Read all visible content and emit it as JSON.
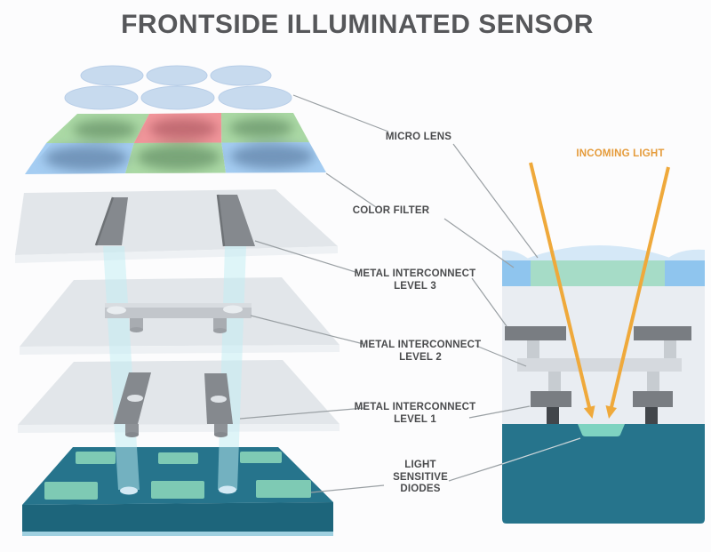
{
  "title": "FRONTSIDE ILLUMINATED SENSOR",
  "labels": {
    "micro_lens": "MICRO LENS",
    "color_filter": "COLOR FILTER",
    "metal_interconnect_3": "METAL INTERCONNECT\nLEVEL 3",
    "metal_interconnect_2": "METAL INTERCONNECT\nLEVEL 2",
    "metal_interconnect_1": "METAL INTERCONNECT\nLEVEL 1",
    "light_sensitive_diodes": "LIGHT\nSENSITIVE\nDIODES",
    "incoming_light": "INCOMING LIGHT"
  },
  "diagram": {
    "type": "exploded-view-and-cross-section",
    "exploded_layers": [
      {
        "id": "micro-lens",
        "label": "MICRO LENS"
      },
      {
        "id": "color-filter",
        "label": "COLOR FILTER"
      },
      {
        "id": "metal-interconnect-level-3",
        "label": "METAL INTERCONNECT LEVEL 3"
      },
      {
        "id": "metal-interconnect-level-2",
        "label": "METAL INTERCONNECT LEVEL 2"
      },
      {
        "id": "metal-interconnect-level-1",
        "label": "METAL INTERCONNECT LEVEL 1"
      },
      {
        "id": "light-sensitive-diodes",
        "label": "LIGHT SENSITIVE DIODES"
      }
    ],
    "color_filter_pattern": [
      [
        "green",
        "red",
        "green"
      ],
      [
        "blue",
        "green",
        "blue"
      ]
    ]
  },
  "colors": {
    "accent_orange": "#efa93b",
    "orange_label": "#e59b3a",
    "substrate_teal": "#26748c",
    "substrate_front": "#1d657b",
    "diode_mint": "#7ecab4",
    "filter_green": "#abd9a5",
    "filter_red": "#f2969b",
    "filter_blue": "#a5cdf2",
    "lens_blue": "#c7daee",
    "metal_dark_gray": "#85898e",
    "metal_light_gray": "#c2c6cb",
    "slab_gray": "#e2e6ea",
    "beam_cyan": "#bfeef3",
    "label_gray": "#4a4b4d",
    "title_gray": "#56575a",
    "leader_line": "#9aa0a4"
  }
}
